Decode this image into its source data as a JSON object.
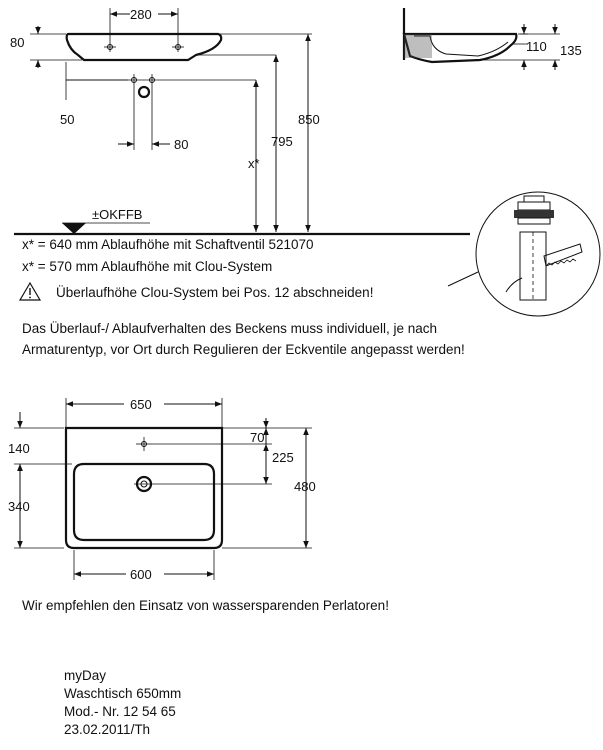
{
  "side_view": {
    "dim_280": "280",
    "dim_80_top": "80",
    "dim_50": "50",
    "dim_80_bottom": "80",
    "dim_795": "795",
    "dim_850": "850",
    "dim_x": "x*",
    "floor_ref": "±OKFFB"
  },
  "section_view": {
    "dim_110": "110",
    "dim_135": "135"
  },
  "notes": {
    "line1": "x* = 640 mm Ablaufhöhe mit Schaftventil 521070",
    "line2": "x* = 570 mm Ablaufhöhe mit Clou-System",
    "warning": "Überlaufhöhe Clou-System bei Pos. 12 abschneiden!",
    "para_line1": "Das Überlauf-/ Ablaufverhalten des Beckens muss individuell, je nach",
    "para_line2": "Armaturentyp, vor Ort durch Regulieren der Eckventile angepasst werden!"
  },
  "plan_view": {
    "dim_650": "650",
    "dim_140": "140",
    "dim_340": "340",
    "dim_70": "70",
    "dim_225": "225",
    "dim_480": "480",
    "dim_600": "600"
  },
  "recommendation": "Wir empfehlen den Einsatz von wassersparenden Perlatoren!",
  "title_block": {
    "product": "myDay",
    "description": "Waschtisch 650mm",
    "model": "Mod.- Nr. 12 54 65",
    "date": "23.02.2011/Th"
  }
}
